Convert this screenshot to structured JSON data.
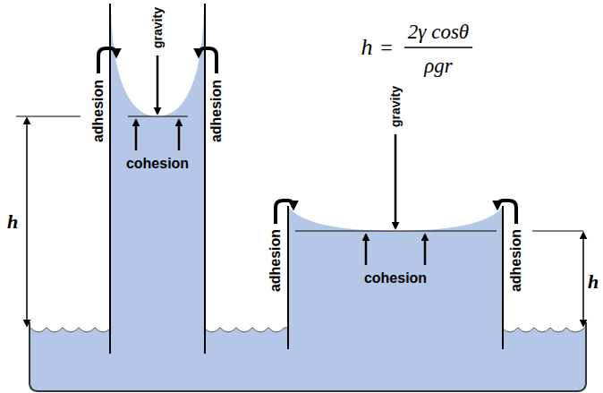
{
  "diagram": {
    "labels": [
      "h",
      "=",
      "2γ cosθ",
      "ρgr",
      "gravity",
      "adhesion",
      "adhesion",
      "cohesion",
      "h",
      "gravity",
      "adhesion",
      "adhesion",
      "cohesion",
      "h"
    ]
  }
}
